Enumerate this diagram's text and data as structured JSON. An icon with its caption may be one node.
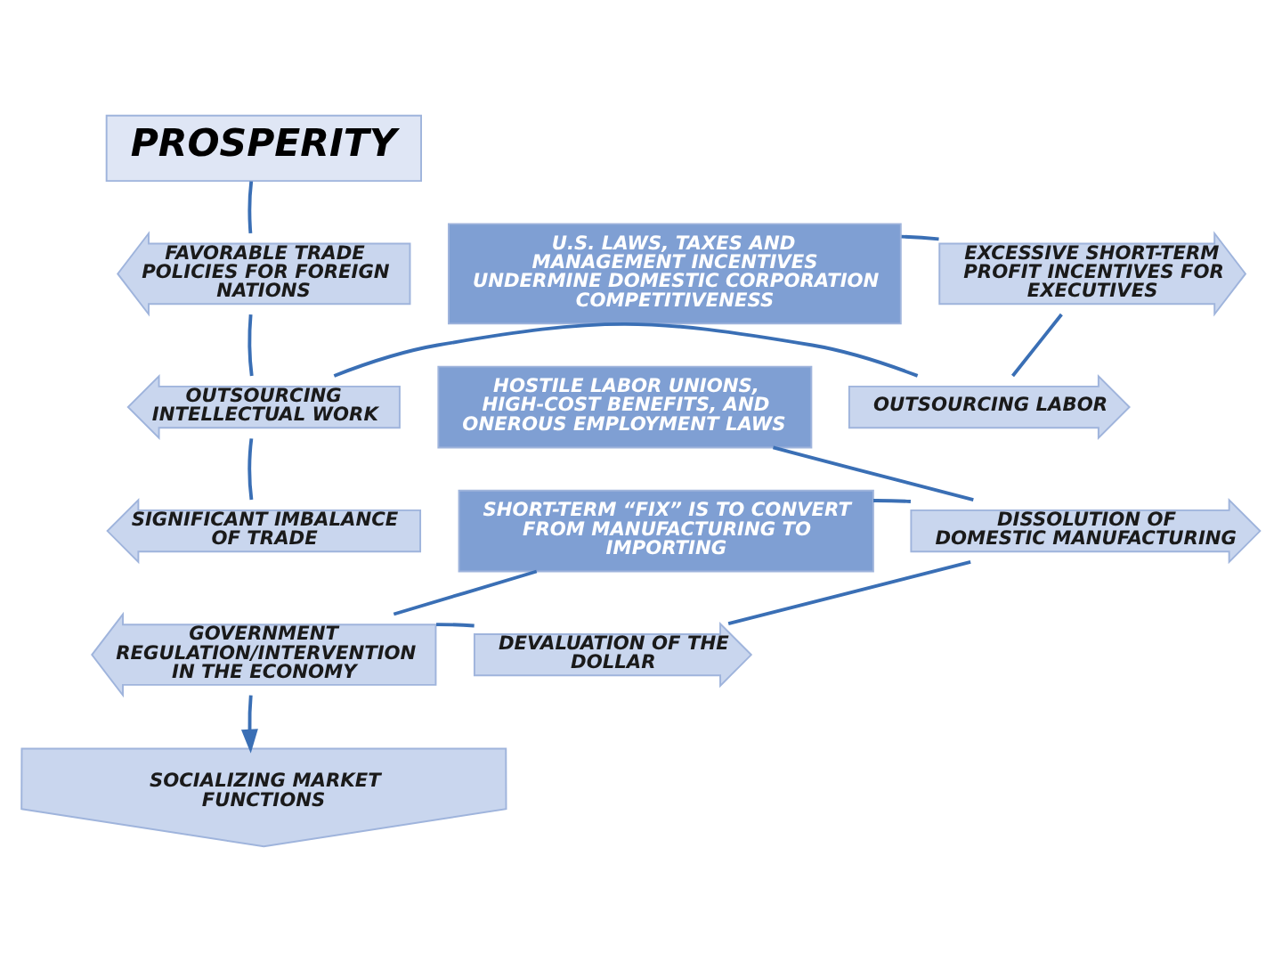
{
  "diagram": {
    "nodes": [
      {
        "text": [
          "PROSPERITY"
        ]
      },
      {
        "text": [
          "FAVORABLE TRADE POLICIES FOR FOREIGN NATIONS"
        ]
      },
      {
        "text": [
          "U.S. LAWS, TAXES AND MANAGEMENT INCENTIVES UNDERMINE DOMESTIC CORPORATION COMPETITIVENESS"
        ]
      },
      {
        "text": [
          "EXCESSIVE SHORT-TERM PROFIT INCENTIVES FOR EXECUTIVES"
        ]
      },
      {
        "text": [
          "OUTSOURCING INTELLECTUAL WORK"
        ]
      },
      {
        "text": [
          "HOSTILE LABOR UNIONS, HIGH-COST BENEFITS, AND ONEROUS EMPLOYMENT LAWS"
        ]
      },
      {
        "text": [
          "OUTSOURCING LABOR"
        ]
      },
      {
        "text": [
          "SIGNIFICANT IMBALANCE OF TRADE"
        ]
      },
      {
        "text": [
          "SHORT-TERM “FIX” IS TO CONVERT FROM MANUFACTURING TO IMPORTING"
        ]
      },
      {
        "text": [
          "DISSOLUTION OF DOMESTIC MANUFACTURING"
        ]
      },
      {
        "text": [
          "GOVERNMENT REGULATION/INTERVENTION IN THE ECONOMY"
        ]
      },
      {
        "text": [
          "DEVALUATION OF THE DOLLAR"
        ]
      },
      {
        "text": [
          "SOCIALIZING MARKET FUNCTIONS"
        ]
      }
    ],
    "edges": [
      {
        "from": 0,
        "to": 1,
        "arrow": "none"
      },
      {
        "from": 1,
        "to": 4,
        "arrow": "none"
      },
      {
        "from": 2,
        "to": 3,
        "arrow": "none"
      },
      {
        "from": 3,
        "to": 6,
        "arrow": "none"
      },
      {
        "from": 4,
        "to": 6,
        "arrow": "none"
      },
      {
        "from": 5,
        "to": 9,
        "arrow": "none"
      },
      {
        "from": 4,
        "to": 7,
        "arrow": "none"
      },
      {
        "from": 8,
        "to": 9,
        "arrow": "none"
      },
      {
        "from": 8,
        "to": 10,
        "arrow": "none"
      },
      {
        "from": 9,
        "to": 11,
        "arrow": "none"
      },
      {
        "from": 10,
        "to": 11,
        "arrow": "none"
      },
      {
        "from": 10,
        "to": 12,
        "arrow": "to"
      }
    ]
  }
}
